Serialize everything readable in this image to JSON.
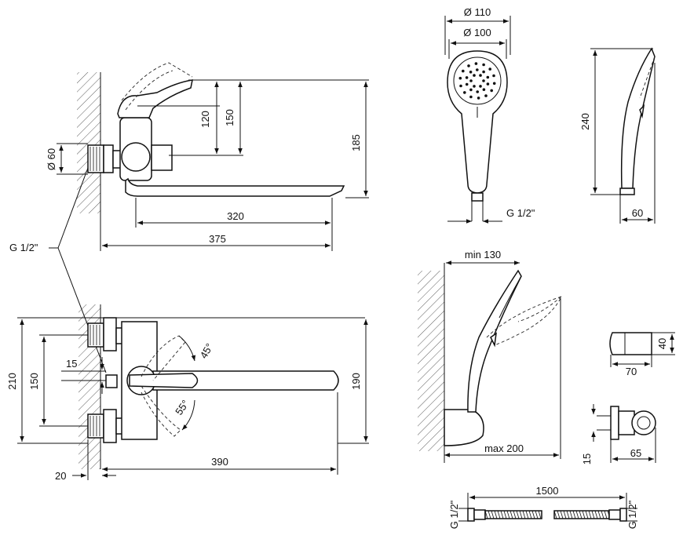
{
  "labels": {
    "shower_outer_dia": "Ø 110",
    "shower_inner_dia": "Ø 100",
    "shower_thread": "G 1/2\"",
    "shower_height": "240",
    "shower_depth": "60",
    "holder_min": "min 130",
    "holder_max": "max 200",
    "bracket_height": "40",
    "bracket_width": "70",
    "mount_width": "65",
    "mount_offset": "15",
    "hose_length": "1500",
    "hose_thread_left": "G 1/2\"",
    "hose_thread_right": "G 1/2\"",
    "flange_dia": "Ø 60",
    "inlet_thread": "G 1/2\"",
    "lever_h": "120",
    "body_h": "150",
    "total_h": "185",
    "spout_len": "320",
    "total_len": "375",
    "top_total_w": "210",
    "inlet_spacing": "150",
    "eccentric": "15",
    "spout_reach": "390",
    "spout_width": "190",
    "wall_offset": "20",
    "angle_up": "45°",
    "angle_down": "55°"
  }
}
